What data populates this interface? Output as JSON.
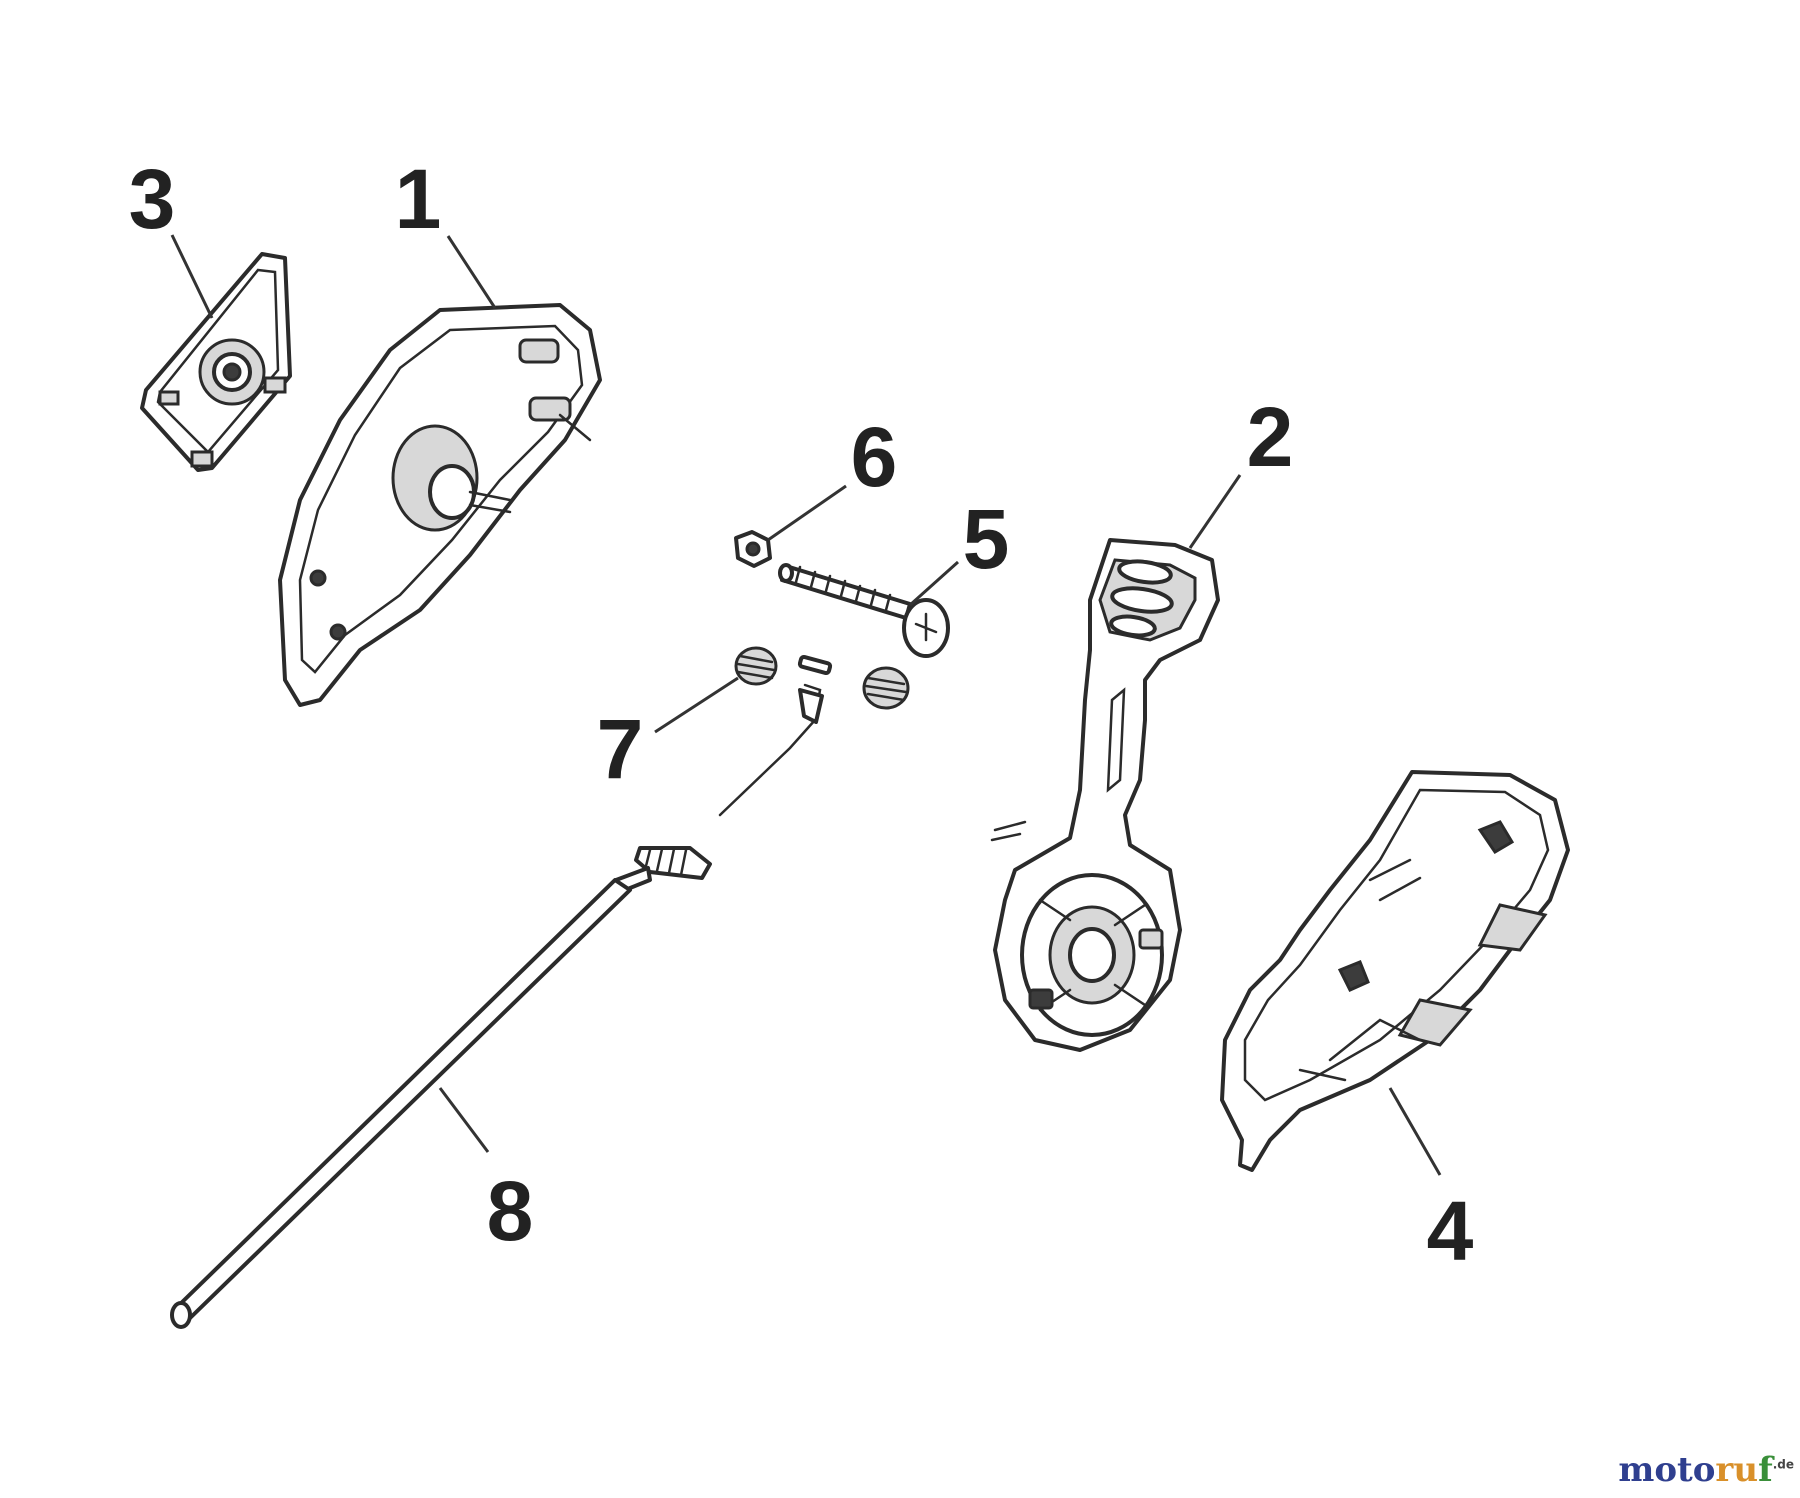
{
  "diagram": {
    "callouts": [
      {
        "id": "1",
        "label": "1"
      },
      {
        "id": "2",
        "label": "2"
      },
      {
        "id": "3",
        "label": "3"
      },
      {
        "id": "4",
        "label": "4"
      },
      {
        "id": "5",
        "label": "5"
      },
      {
        "id": "6",
        "label": "6"
      },
      {
        "id": "7",
        "label": "7"
      },
      {
        "id": "8",
        "label": "8"
      }
    ]
  },
  "watermark": {
    "part1": "moto",
    "part2": "ru",
    "part3": "f",
    "tld": ".de"
  },
  "colors": {
    "line": "#2b2b2b",
    "callout": "#222222",
    "watermark_blue": "#2f3f8f",
    "watermark_orange": "#d9902a",
    "watermark_green": "#3a8f3a"
  }
}
